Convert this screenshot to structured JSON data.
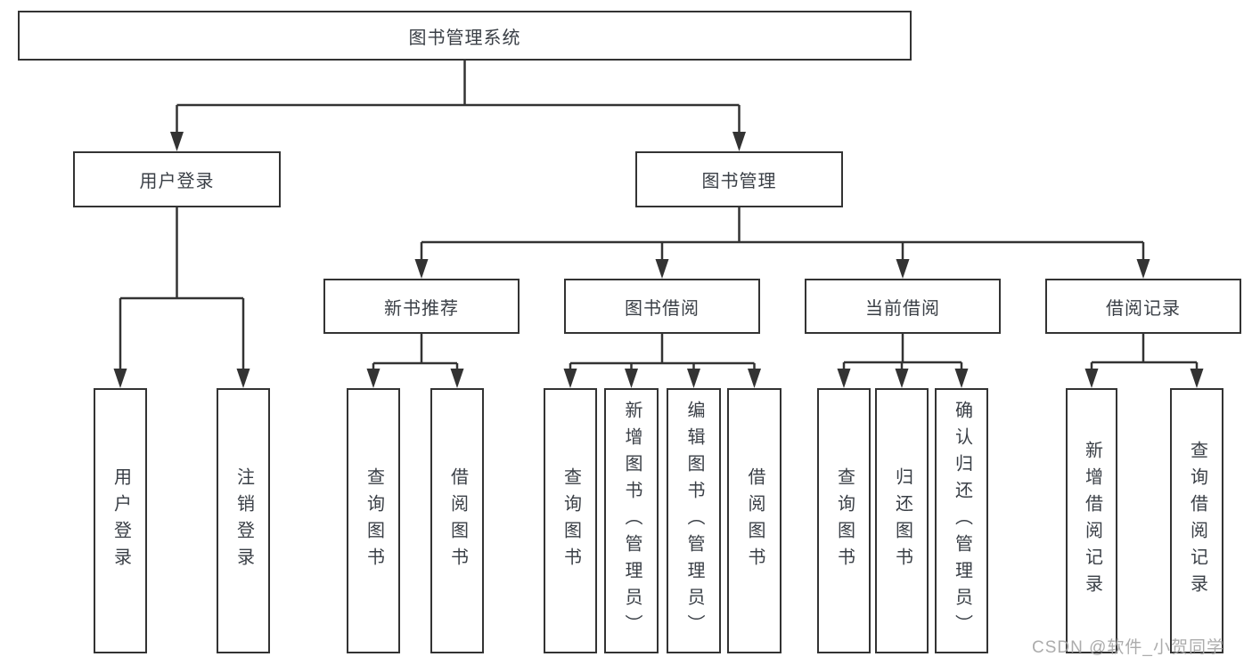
{
  "diagram": {
    "title": "图书管理系统",
    "type": "hierarchy-tree",
    "hierarchy": {
      "root": "图书管理系统",
      "children": [
        {
          "name": "用户登录",
          "children": [
            {
              "name": "用户登录"
            },
            {
              "name": "注销登录"
            }
          ]
        },
        {
          "name": "图书管理",
          "children": [
            {
              "name": "新书推荐",
              "children": [
                {
                  "name": "查询图书"
                },
                {
                  "name": "借阅图书"
                }
              ]
            },
            {
              "name": "图书借阅",
              "children": [
                {
                  "name": "查询图书"
                },
                {
                  "name": "新增图书（管理员）"
                },
                {
                  "name": "编辑图书（管理员）"
                },
                {
                  "name": "借阅图书"
                }
              ]
            },
            {
              "name": "当前借阅",
              "children": [
                {
                  "name": "查询图书"
                },
                {
                  "name": "归还图书"
                },
                {
                  "name": "确认归还（管理员）"
                }
              ]
            },
            {
              "name": "借阅记录",
              "children": [
                {
                  "name": "新增借阅记录"
                },
                {
                  "name": "查询借阅记录"
                }
              ]
            }
          ]
        }
      ]
    }
  },
  "nodes": {
    "root": {
      "label": "图书管理系统"
    },
    "user_login": {
      "label": "用户登录"
    },
    "book_mgmt": {
      "label": "图书管理"
    },
    "new_book_rec": {
      "label": "新书推荐"
    },
    "book_borrow": {
      "label": "图书借阅"
    },
    "current_borrow": {
      "label": "当前借阅"
    },
    "borrow_record": {
      "label": "借阅记录"
    },
    "leaf_user_login": {
      "label": "用户登录"
    },
    "leaf_logout": {
      "label": "注销登录"
    },
    "leaf_query_book_rec": {
      "label": "查询图书"
    },
    "leaf_borrow_book_rec": {
      "label": "借阅图书"
    },
    "leaf_query_book_borrow": {
      "label": "查询图书"
    },
    "leaf_add_book_admin": {
      "label": "新增图书（管理员）"
    },
    "leaf_edit_book_admin": {
      "label": "编辑图书（管理员）"
    },
    "leaf_borrow_book": {
      "label": "借阅图书"
    },
    "leaf_query_book_current": {
      "label": "查询图书"
    },
    "leaf_return_book": {
      "label": "归还图书"
    },
    "leaf_confirm_return_admin": {
      "label": "确认归还（管理员）"
    },
    "leaf_add_borrow_record": {
      "label": "新增借阅记录"
    },
    "leaf_query_borrow_record": {
      "label": "查询借阅记录"
    }
  },
  "watermark": {
    "text": "CSDN @软件_小贺同学"
  },
  "colors": {
    "line": "#333333",
    "box_border": "#333333",
    "text": "#3a3f46",
    "watermark": "#a8a8a8",
    "background": "#ffffff"
  }
}
